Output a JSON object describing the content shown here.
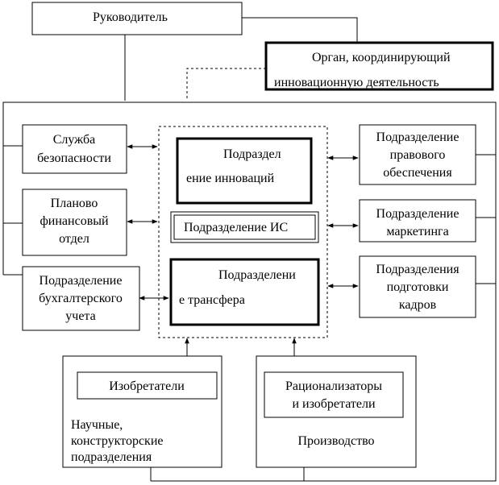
{
  "nodes": {
    "head": [
      "Руководитель"
    ],
    "coordinator": [
      "Орган,       координирующий",
      "инновационную деятельность"
    ],
    "security": [
      "Служба",
      "безопасности"
    ],
    "finance": [
      "Планово",
      "финансовый",
      "отдел"
    ],
    "accounting": [
      "Подразделение",
      "бухгалтерского",
      "учета"
    ],
    "innovations": [
      "Подраздел",
      "ение   инноваций"
    ],
    "is": [
      "Подразделение ИС"
    ],
    "transfer": [
      "Подразделени",
      "е                трансфера"
    ],
    "legal": [
      "Подразделение",
      "правового",
      "обеспечения"
    ],
    "marketing": [
      "Подразделение",
      "маркетинга"
    ],
    "training": [
      "Подразделения",
      "подготовки",
      "кадров"
    ],
    "inventors": [
      "Изобретатели"
    ],
    "science": [
      "Научные,",
      "конструкторские",
      "подразделения"
    ],
    "rationalizers": [
      "Рационализаторы",
      "и изобретатели"
    ],
    "production": [
      "Производство"
    ]
  }
}
